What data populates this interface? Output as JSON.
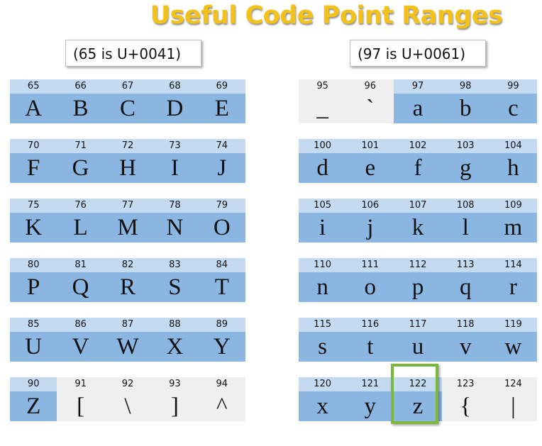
{
  "title": "Useful Code Point Ranges",
  "uppercase_note": "(65 is U+0041)",
  "lowercase_note": "(97 is U+0061)",
  "colors": {
    "title": "#f2c21b",
    "header_band": "#c3daf0",
    "letter_band": "#8cb6e2",
    "outside_range": "#efefef",
    "highlight": "#7ab93c"
  },
  "left_rows": [
    [
      {
        "num": "65",
        "chr": "A",
        "in_range": true
      },
      {
        "num": "66",
        "chr": "B",
        "in_range": true
      },
      {
        "num": "67",
        "chr": "C",
        "in_range": true
      },
      {
        "num": "68",
        "chr": "D",
        "in_range": true
      },
      {
        "num": "69",
        "chr": "E",
        "in_range": true
      }
    ],
    [
      {
        "num": "70",
        "chr": "F",
        "in_range": true
      },
      {
        "num": "71",
        "chr": "G",
        "in_range": true
      },
      {
        "num": "72",
        "chr": "H",
        "in_range": true
      },
      {
        "num": "73",
        "chr": "I",
        "in_range": true
      },
      {
        "num": "74",
        "chr": "J",
        "in_range": true
      }
    ],
    [
      {
        "num": "75",
        "chr": "K",
        "in_range": true
      },
      {
        "num": "76",
        "chr": "L",
        "in_range": true
      },
      {
        "num": "77",
        "chr": "M",
        "in_range": true
      },
      {
        "num": "78",
        "chr": "N",
        "in_range": true
      },
      {
        "num": "79",
        "chr": "O",
        "in_range": true
      }
    ],
    [
      {
        "num": "80",
        "chr": "P",
        "in_range": true
      },
      {
        "num": "81",
        "chr": "Q",
        "in_range": true
      },
      {
        "num": "82",
        "chr": "R",
        "in_range": true
      },
      {
        "num": "83",
        "chr": "S",
        "in_range": true
      },
      {
        "num": "84",
        "chr": "T",
        "in_range": true
      }
    ],
    [
      {
        "num": "85",
        "chr": "U",
        "in_range": true
      },
      {
        "num": "86",
        "chr": "V",
        "in_range": true
      },
      {
        "num": "87",
        "chr": "W",
        "in_range": true
      },
      {
        "num": "88",
        "chr": "X",
        "in_range": true
      },
      {
        "num": "89",
        "chr": "Y",
        "in_range": true
      }
    ],
    [
      {
        "num": "90",
        "chr": "Z",
        "in_range": true
      },
      {
        "num": "91",
        "chr": "[",
        "in_range": false
      },
      {
        "num": "92",
        "chr": "\\",
        "in_range": false
      },
      {
        "num": "93",
        "chr": "]",
        "in_range": false
      },
      {
        "num": "94",
        "chr": "^",
        "in_range": false
      }
    ]
  ],
  "right_rows": [
    [
      {
        "num": "95",
        "chr": "_",
        "in_range": false
      },
      {
        "num": "96",
        "chr": "`",
        "in_range": false
      },
      {
        "num": "97",
        "chr": "a",
        "in_range": true
      },
      {
        "num": "98",
        "chr": "b",
        "in_range": true
      },
      {
        "num": "99",
        "chr": "c",
        "in_range": true
      }
    ],
    [
      {
        "num": "100",
        "chr": "d",
        "in_range": true
      },
      {
        "num": "101",
        "chr": "e",
        "in_range": true
      },
      {
        "num": "102",
        "chr": "f",
        "in_range": true
      },
      {
        "num": "103",
        "chr": "g",
        "in_range": true
      },
      {
        "num": "104",
        "chr": "h",
        "in_range": true
      }
    ],
    [
      {
        "num": "105",
        "chr": "i",
        "in_range": true
      },
      {
        "num": "106",
        "chr": "j",
        "in_range": true
      },
      {
        "num": "107",
        "chr": "k",
        "in_range": true
      },
      {
        "num": "108",
        "chr": "l",
        "in_range": true
      },
      {
        "num": "109",
        "chr": "m",
        "in_range": true
      }
    ],
    [
      {
        "num": "110",
        "chr": "n",
        "in_range": true
      },
      {
        "num": "111",
        "chr": "o",
        "in_range": true
      },
      {
        "num": "112",
        "chr": "p",
        "in_range": true
      },
      {
        "num": "113",
        "chr": "q",
        "in_range": true
      },
      {
        "num": "114",
        "chr": "r",
        "in_range": true
      }
    ],
    [
      {
        "num": "115",
        "chr": "s",
        "in_range": true
      },
      {
        "num": "116",
        "chr": "t",
        "in_range": true
      },
      {
        "num": "117",
        "chr": "u",
        "in_range": true
      },
      {
        "num": "118",
        "chr": "v",
        "in_range": true
      },
      {
        "num": "119",
        "chr": "w",
        "in_range": true
      }
    ],
    [
      {
        "num": "120",
        "chr": "x",
        "in_range": true
      },
      {
        "num": "121",
        "chr": "y",
        "in_range": true
      },
      {
        "num": "122",
        "chr": "z",
        "in_range": true
      },
      {
        "num": "123",
        "chr": "{",
        "in_range": false
      },
      {
        "num": "124",
        "chr": "|",
        "in_range": false
      }
    ]
  ]
}
